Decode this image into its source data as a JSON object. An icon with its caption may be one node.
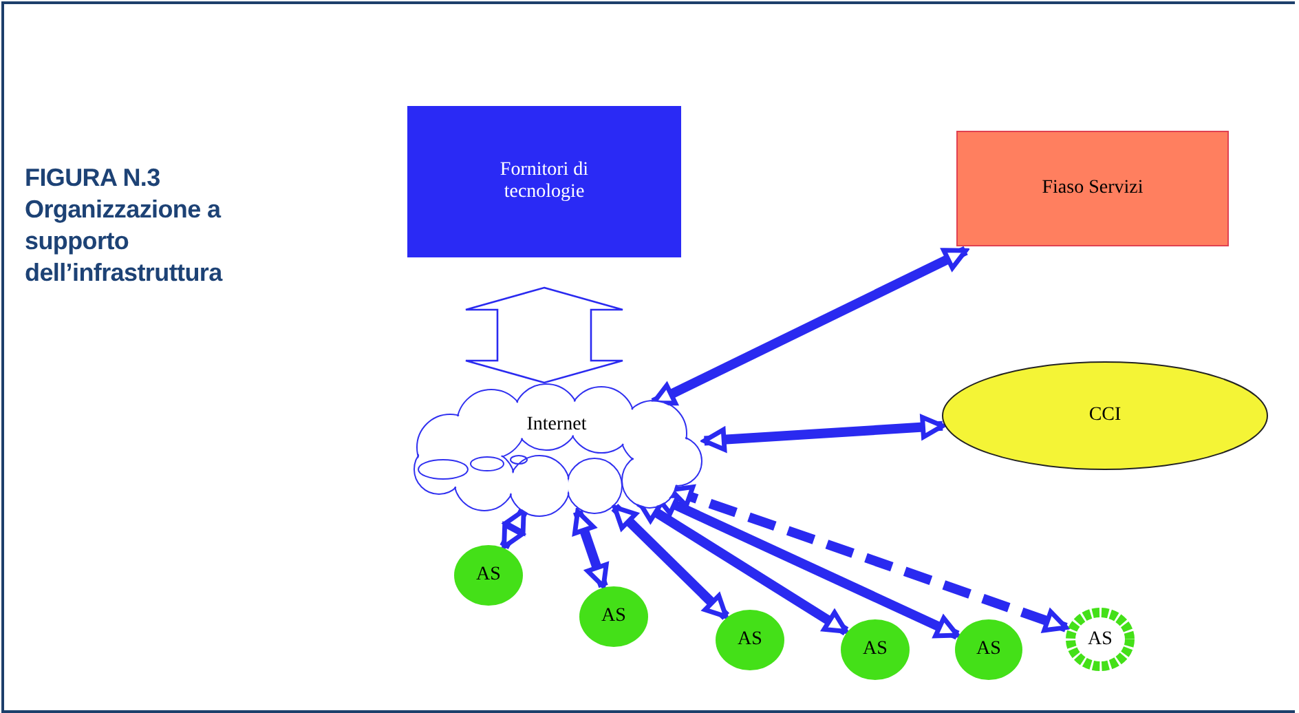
{
  "diagram": {
    "title": "FIGURA N.3",
    "caption": "Organizzazione a supporto dell’infrastruttura",
    "nodes": [
      {
        "text": [
          "Fornitori di tecnologie"
        ]
      },
      {
        "text": [
          "Fiaso Servizi"
        ]
      },
      {
        "text": [
          "Internet"
        ]
      },
      {
        "text": [
          "CCI"
        ]
      },
      {
        "text": [
          "AS"
        ]
      },
      {
        "text": [
          "AS"
        ]
      },
      {
        "text": [
          "AS"
        ]
      },
      {
        "text": [
          "AS"
        ]
      },
      {
        "text": [
          "AS"
        ]
      },
      {
        "text": [
          "AS"
        ]
      }
    ],
    "edges": [
      {
        "from": 0,
        "to": 2,
        "arrow": "both",
        "style": "thick"
      },
      {
        "from": 2,
        "to": 1,
        "arrow": "both"
      },
      {
        "from": 2,
        "to": 3,
        "arrow": "both"
      },
      {
        "from": 2,
        "to": 4,
        "arrow": "both"
      },
      {
        "from": 2,
        "to": 5,
        "arrow": "both"
      },
      {
        "from": 2,
        "to": 6,
        "arrow": "both"
      },
      {
        "from": 2,
        "to": 7,
        "arrow": "both"
      },
      {
        "from": 2,
        "to": 8,
        "arrow": "both"
      },
      {
        "from": 2,
        "to": 9,
        "arrow": "both",
        "style": "dashed"
      }
    ]
  }
}
